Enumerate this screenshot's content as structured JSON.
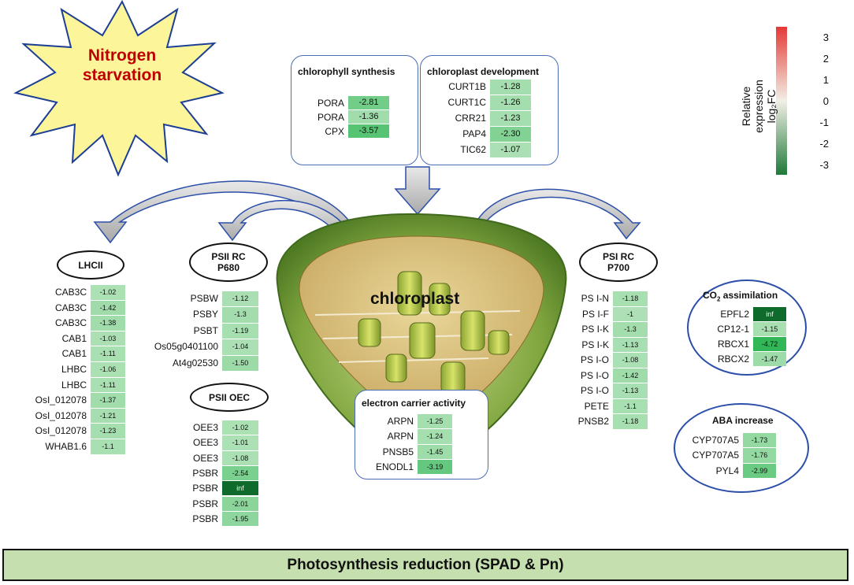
{
  "starburst": {
    "text_line1": "Nitrogen",
    "text_line2": "starvation",
    "color": "#c00000"
  },
  "chloroplast_label": "chloroplast",
  "bottom_banner": "Photosynthesis reduction (SPAD & Pn)",
  "legend": {
    "title_line1": "Relative expression",
    "title_line2": "log₂FC",
    "ticks": [
      "3",
      "2",
      "1",
      "0",
      "-1",
      "-2",
      "-3"
    ],
    "color_high": "#e53935",
    "color_mid": "#f2efe6",
    "color_low": "#1f7a3a"
  },
  "panels": {
    "chlorophyll": {
      "title": "chlorophyll synthesis",
      "rows": [
        {
          "gene": "PORA",
          "value": "-2.81",
          "v": -2.81
        },
        {
          "gene": "PORA",
          "value": "-1.36",
          "v": -1.36
        },
        {
          "gene": "CPX",
          "value": "-3.57",
          "v": -3.57
        }
      ]
    },
    "chloroplast_dev": {
      "title": "chloroplast development",
      "rows": [
        {
          "gene": "CURT1B",
          "value": "-1.28",
          "v": -1.28
        },
        {
          "gene": "CURT1C",
          "value": "-1.26",
          "v": -1.26
        },
        {
          "gene": "CRR21",
          "value": "-1.23",
          "v": -1.23
        },
        {
          "gene": "PAP4",
          "value": "-2.30",
          "v": -2.3
        },
        {
          "gene": "TIC62",
          "value": "-1.07",
          "v": -1.07
        }
      ]
    },
    "lhcii": {
      "title": "LHCII",
      "rows": [
        {
          "gene": "CAB3C",
          "value": "-1.02",
          "v": -1.02
        },
        {
          "gene": "CAB3C",
          "value": "-1.42",
          "v": -1.42
        },
        {
          "gene": "CAB3C",
          "value": "-1.38",
          "v": -1.38
        },
        {
          "gene": "CAB1",
          "value": "-1.03",
          "v": -1.03
        },
        {
          "gene": "CAB1",
          "value": "-1.11",
          "v": -1.11
        },
        {
          "gene": "LHBC",
          "value": "-1.06",
          "v": -1.06
        },
        {
          "gene": "LHBC",
          "value": "-1.11",
          "v": -1.11
        },
        {
          "gene": "OsI_012078",
          "value": "-1.37",
          "v": -1.37
        },
        {
          "gene": "OsI_012078",
          "value": "-1.21",
          "v": -1.21
        },
        {
          "gene": "OsI_012078",
          "value": "-1.23",
          "v": -1.23
        },
        {
          "gene": "WHAB1.6",
          "value": "-1.1",
          "v": -1.1
        }
      ]
    },
    "psii_rc": {
      "title_line1": "PSII RC",
      "title_line2": "P680",
      "rows": [
        {
          "gene": "PSBW",
          "value": "-1.12",
          "v": -1.12
        },
        {
          "gene": "PSBY",
          "value": "-1.3",
          "v": -1.3
        },
        {
          "gene": "PSBT",
          "value": "-1.19",
          "v": -1.19
        },
        {
          "gene": "Os05g0401100",
          "value": "-1.04",
          "v": -1.04
        },
        {
          "gene": "At4g02530",
          "value": "-1.50",
          "v": -1.5
        }
      ]
    },
    "psii_oec": {
      "title": "PSII OEC",
      "rows": [
        {
          "gene": "OEE3",
          "value": "-1.02",
          "v": -1.02
        },
        {
          "gene": "OEE3",
          "value": "-1.01",
          "v": -1.01
        },
        {
          "gene": "OEE3",
          "value": "-1.08",
          "v": -1.08
        },
        {
          "gene": "PSBR",
          "value": "-2.54",
          "v": -2.54
        },
        {
          "gene": "PSBR",
          "value": "inf",
          "v": -9
        },
        {
          "gene": "PSBR",
          "value": "-2.01",
          "v": -2.01
        },
        {
          "gene": "PSBR",
          "value": "-1.95",
          "v": -1.95
        }
      ]
    },
    "electron": {
      "title": "electron carrier activity",
      "rows": [
        {
          "gene": "ARPN",
          "value": "-1.25",
          "v": -1.25
        },
        {
          "gene": "ARPN",
          "value": "-1.24",
          "v": -1.24
        },
        {
          "gene": "PNSB5",
          "value": "-1.45",
          "v": -1.45
        },
        {
          "gene": "ENODL1",
          "value": "-3.19",
          "v": -3.19
        }
      ]
    },
    "psi_rc": {
      "title_line1": "PSI RC",
      "title_line2": "P700",
      "rows": [
        {
          "gene": "PS I-N",
          "value": "-1.18",
          "v": -1.18
        },
        {
          "gene": "PS I-F",
          "value": "-1",
          "v": -1
        },
        {
          "gene": "PS I-K",
          "value": "-1.3",
          "v": -1.3
        },
        {
          "gene": "PS I-K",
          "value": "-1.13",
          "v": -1.13
        },
        {
          "gene": "PS I-O",
          "value": "-1.08",
          "v": -1.08
        },
        {
          "gene": "PS I-O",
          "value": "-1.42",
          "v": -1.42
        },
        {
          "gene": "PS I-O",
          "value": "-1.13",
          "v": -1.13
        },
        {
          "gene": "PETE",
          "value": "-1.1",
          "v": -1.1
        },
        {
          "gene": "PNSB2",
          "value": "-1.18",
          "v": -1.18
        }
      ]
    },
    "co2": {
      "title_pre": "CO",
      "title_sub": "2",
      "title_post": " assimilation",
      "rows": [
        {
          "gene": "EPFL2",
          "value": "inf",
          "v": -9
        },
        {
          "gene": "CP12-1",
          "value": "-1.15",
          "v": -1.15
        },
        {
          "gene": "RBCX1",
          "value": "-4.72",
          "v": -4.72
        },
        {
          "gene": "RBCX2",
          "value": "-1.47",
          "v": -1.47
        }
      ]
    },
    "aba": {
      "title": "ABA increase",
      "rows": [
        {
          "gene": "CYP707A5",
          "value": "-1.73",
          "v": -1.73
        },
        {
          "gene": "CYP707A5",
          "value": "-1.76",
          "v": -1.76
        },
        {
          "gene": "PYL4",
          "value": "-2.99",
          "v": -2.99
        }
      ]
    }
  }
}
